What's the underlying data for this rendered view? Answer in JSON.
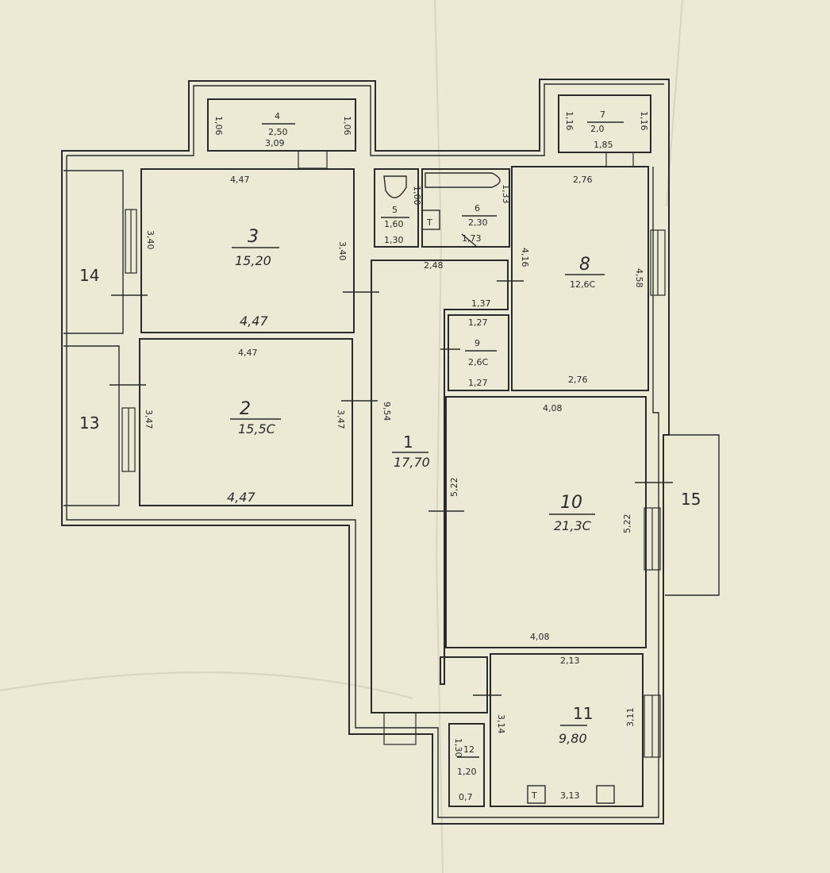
{
  "colors": {
    "paper": "#ece9d4",
    "ink": "#2a2a2a"
  },
  "rooms": [
    {
      "number": "1",
      "area": "17,70"
    },
    {
      "number": "2",
      "area": "15,5С"
    },
    {
      "number": "3",
      "area": "15,20"
    },
    {
      "number": "4",
      "area": "2,50"
    },
    {
      "number": "5",
      "area": "1,60"
    },
    {
      "number": "6",
      "area": "2,30"
    },
    {
      "number": "7",
      "area": "2,0"
    },
    {
      "number": "8",
      "area": "12,6С"
    },
    {
      "number": "9",
      "area": "2,6С"
    },
    {
      "number": "10",
      "area": "21,3С"
    },
    {
      "number": "11",
      "area": "9,80"
    },
    {
      "number": "12",
      "area": "1,20"
    }
  ],
  "balconies": [
    "14",
    "13",
    "15"
  ],
  "dims": {
    "r4_w": "3,09",
    "r4_l": "1,06",
    "r4_r": "1,06",
    "r7_l": "1,16",
    "r7_r": "1,16",
    "r7_b": "1,85",
    "r3_top": "4,47",
    "r3_bot": "4,47",
    "r3_l": "3,40",
    "r3_r": "3,40",
    "r2_top": "4,47",
    "r2_bot": "4,47",
    "r2_l": "3,47",
    "r2_r": "3,47",
    "r5_b": "1,30",
    "r5_r": "1,00",
    "r6_b": "1,73",
    "r6_r": "1,33",
    "r8_top": "2,76",
    "r8_bot": "2,76",
    "r8_l": "4,16",
    "r8_r": "4,58",
    "c_w": "2,48",
    "c_h": "9,54",
    "c_s": "1,37",
    "r9_t": "1,27",
    "r9_b": "1,27",
    "r10_top": "4,08",
    "r10_bot": "4,08",
    "r10_l": "5,22",
    "r10_r": "5,22",
    "r11_top": "2,13",
    "r11_bot": "3,13",
    "r11_l": "3,14",
    "r11_r": "3,11",
    "r12_l": "1,30",
    "r12_b": "0,7"
  },
  "fixtures": {
    "kitchen_stove": "T",
    "wc_mark": "T"
  }
}
